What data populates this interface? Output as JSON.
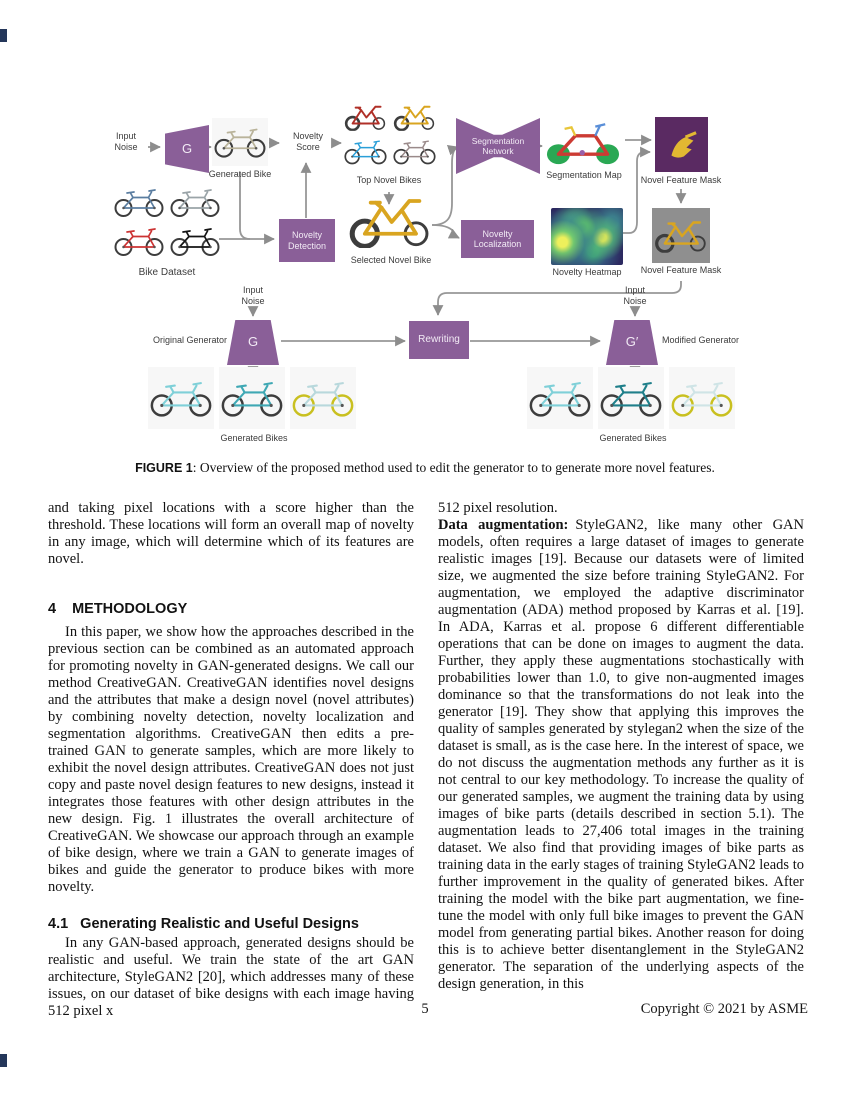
{
  "figure": {
    "caption": {
      "label": "FIGURE 1",
      "text": ": Overview of the proposed method used to edit the generator to to generate more novel features."
    },
    "labels": {
      "input_noise": "Input Noise",
      "generated_bike": "Generated Bike",
      "novelty_score": "Novelty Score",
      "top_novel_bikes": "Top Novel Bikes",
      "selected_novel_bike": "Selected Novel Bike",
      "bike_dataset": "Bike Dataset",
      "segmentation_map": "Segmentation Map",
      "novel_feature_mask": "Novel Feature Mask",
      "novelty_heatmap": "Novelty Heatmap",
      "original_generator": "Original Generator",
      "modified_generator": "Modified Generator",
      "generated_bikes": "Generated Bikes"
    },
    "blocks": {
      "generator": "G",
      "generator_prime": "G′",
      "novelty_detection": "Novelty Detection",
      "segmentation_network": "Segmentation Network",
      "novelty_localization": "Novelty Localization",
      "rewriting": "Rewriting"
    },
    "colors": {
      "block_purple": "#8a5f98",
      "mask_purple": "#5a2a62",
      "mask_gray": "#8f8f8f",
      "arrow_gray": "#979797",
      "mask_feature_yellow": "#e2b832"
    }
  },
  "article": {
    "left_column": {
      "intro_paragraph": "and taking pixel locations with a score higher than the threshold. These locations will form an overall map of novelty in any image, which will determine which of its features are novel.",
      "section4": {
        "number": "4",
        "title": "METHODOLOGY"
      },
      "section4_paragraph": "In this paper, we show how the approaches described in the previous section can be combined as an automated approach for promoting novelty in GAN-generated designs. We call our method CreativeGAN. CreativeGAN identifies novel designs and the attributes that make a design novel (novel attributes) by combining novelty detection, novelty localization and segmentation algorithms. CreativeGAN then edits a pre-trained GAN to generate samples, which are more likely to exhibit the novel design attributes. CreativeGAN does not just copy and paste novel design features to new designs, instead it integrates those features with other design attributes in the new design. Fig. 1 illustrates the overall architecture of CreativeGAN. We showcase our approach through an example of bike design, where we train a GAN to generate images of bikes and guide the generator to produce bikes with more novelty.",
      "section41": {
        "number": "4.1",
        "title": "Generating Realistic and Useful Designs"
      },
      "section41_paragraph": "In any GAN-based approach, generated designs should be realistic and useful. We train the state of the art GAN architecture, StyleGAN2 [20], which addresses many of these issues, on our dataset of bike designs with each image having 512 pixel x"
    },
    "right_column": {
      "continuation": "512 pixel resolution.",
      "data_augmentation_label": "Data augmentation:",
      "data_augmentation_text": "StyleGAN2, like many other GAN models, often requires a large dataset of images to generate realistic images [19]. Because our datasets were of limited size, we augmented the size before training StyleGAN2. For augmentation, we employed the adaptive discriminator augmentation (ADA) method proposed by Karras et al. [19]. In ADA, Karras et al. propose 6 different differentiable operations that can be done on images to augment the data. Further, they apply these augmentations stochastically with probabilities lower than 1.0, to give non-augmented images dominance so that the transformations do not leak into the generator [19]. They show that applying this improves the quality of samples generated by stylegan2 when the size of the dataset is small, as is the case here. In the interest of space, we do not discuss the augmentation methods any further as it is not central to our key methodology. To increase the quality of our generated samples, we augment the training data by using images of bike parts (details described in section 5.1). The augmentation leads to 27,406 total images in the training dataset. We also find that providing images of bike parts as training data in the early stages of training StyleGAN2 leads to further improvement in the quality of generated bikes. After training the model with the bike part augmentation, we fine-tune the model with only full bike images to prevent the GAN model from generating partial bikes. Another reason for doing this is to achieve better disentanglement in the StyleGAN2 generator. The separation of the underlying aspects of the design generation, in this"
    }
  },
  "footer": {
    "page_number": "5",
    "copyright": "Copyright © 2021 by ASME"
  }
}
